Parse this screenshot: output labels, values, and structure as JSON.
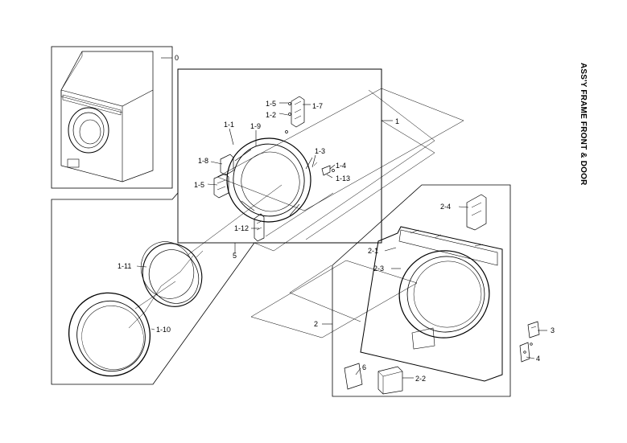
{
  "title": "ASS'Y FRAME FRONT & DOOR",
  "labels": {
    "p0": "0",
    "p1": "1",
    "p1_1": "1-1",
    "p1_2": "1-2",
    "p1_3": "1-3",
    "p1_4": "1-4",
    "p1_5a": "1-5",
    "p1_5b": "1-5",
    "p1_7": "1-7",
    "p1_8": "1-8",
    "p1_9": "1-9",
    "p1_10": "1-10",
    "p1_11": "1-11",
    "p1_12": "1-12",
    "p1_13": "1-13",
    "p2": "2",
    "p2_1": "2-1",
    "p2_2": "2-2",
    "p2_3": "2-3",
    "p2_4": "2-4",
    "p3": "3",
    "p4": "4",
    "p5": "5",
    "p6": "6"
  }
}
